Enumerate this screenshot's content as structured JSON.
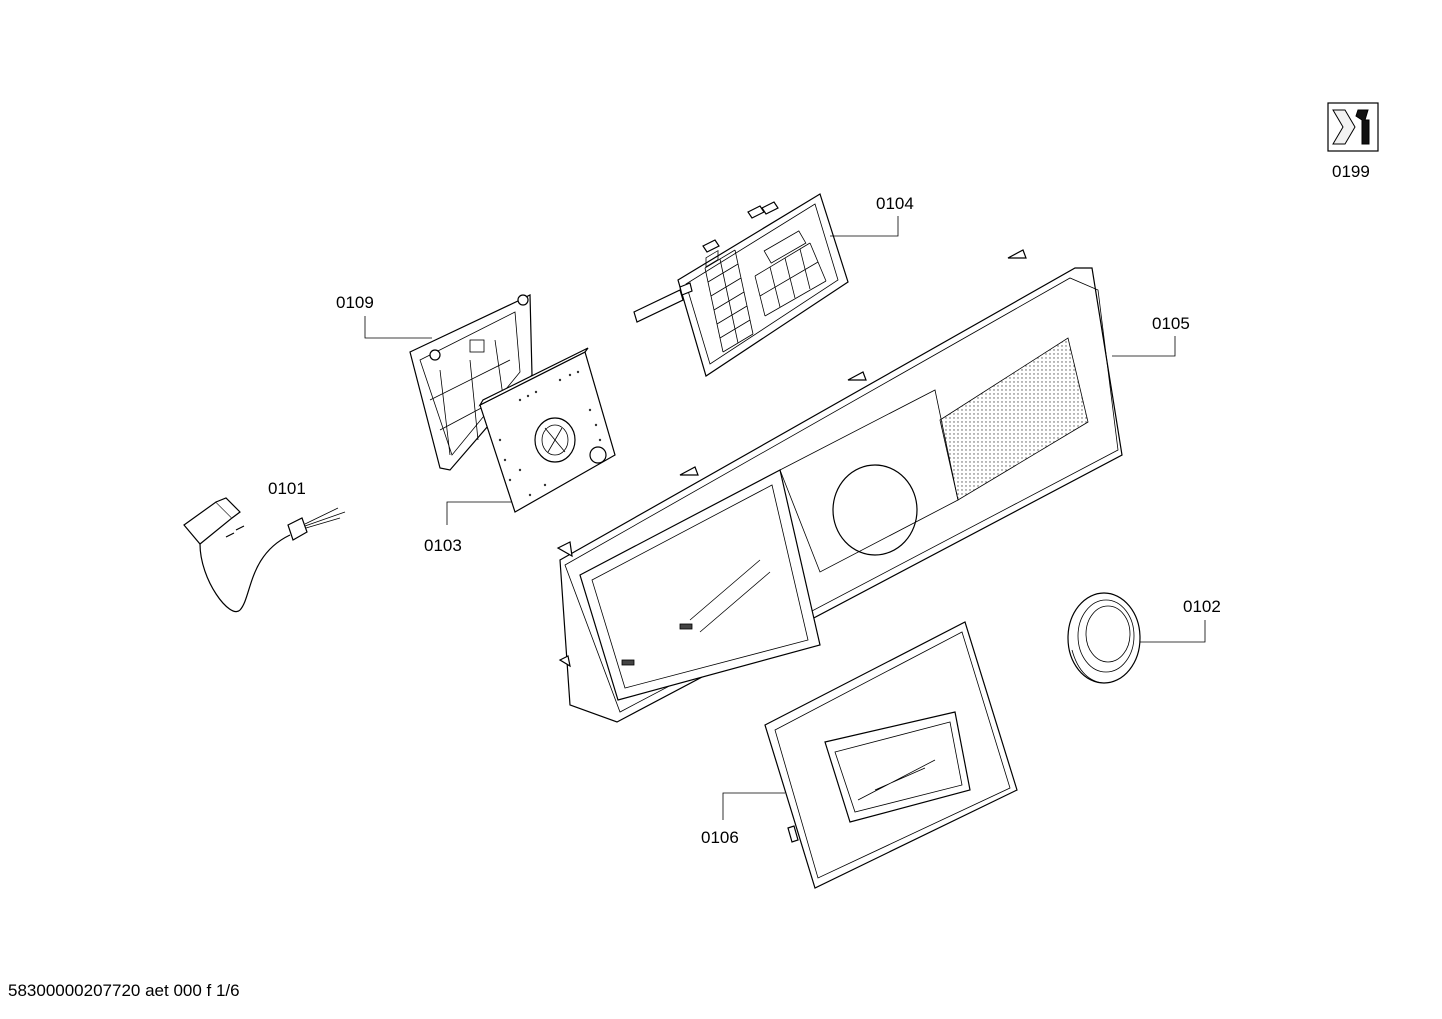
{
  "parts": [
    {
      "id": "p0101",
      "number": "0101"
    },
    {
      "id": "p0102",
      "number": "0102"
    },
    {
      "id": "p0103",
      "number": "0103"
    },
    {
      "id": "p0104",
      "number": "0104"
    },
    {
      "id": "p0105",
      "number": "0105"
    },
    {
      "id": "p0106",
      "number": "0106"
    },
    {
      "id": "p0109",
      "number": "0109"
    },
    {
      "id": "p0199",
      "number": "0199"
    }
  ],
  "footer": {
    "document_ref": "58300000207720 aet 000 f 1/6"
  },
  "icons": {
    "p0199": "service-wrench-icon"
  }
}
